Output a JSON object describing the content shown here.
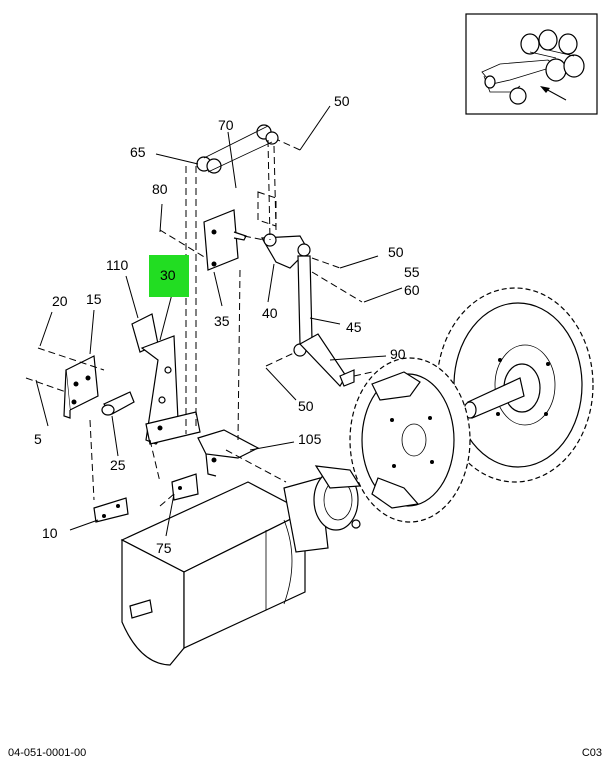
{
  "callouts": {
    "c5": "5",
    "c10": "10",
    "c15": "15",
    "c20": "20",
    "c25": "25",
    "c30": "30",
    "c35": "35",
    "c40": "40",
    "c45": "45",
    "c50a": "50",
    "c50b": "50",
    "c50c": "50",
    "c55": "55",
    "c60": "60",
    "c65": "65",
    "c70": "70",
    "c75": "75",
    "c80": "80",
    "c90": "90",
    "c105": "105",
    "c110": "110"
  },
  "highlight": {
    "label": "30",
    "color": "#22dd22"
  },
  "footer": {
    "left": "04-051-0001-00",
    "right": "C03"
  }
}
